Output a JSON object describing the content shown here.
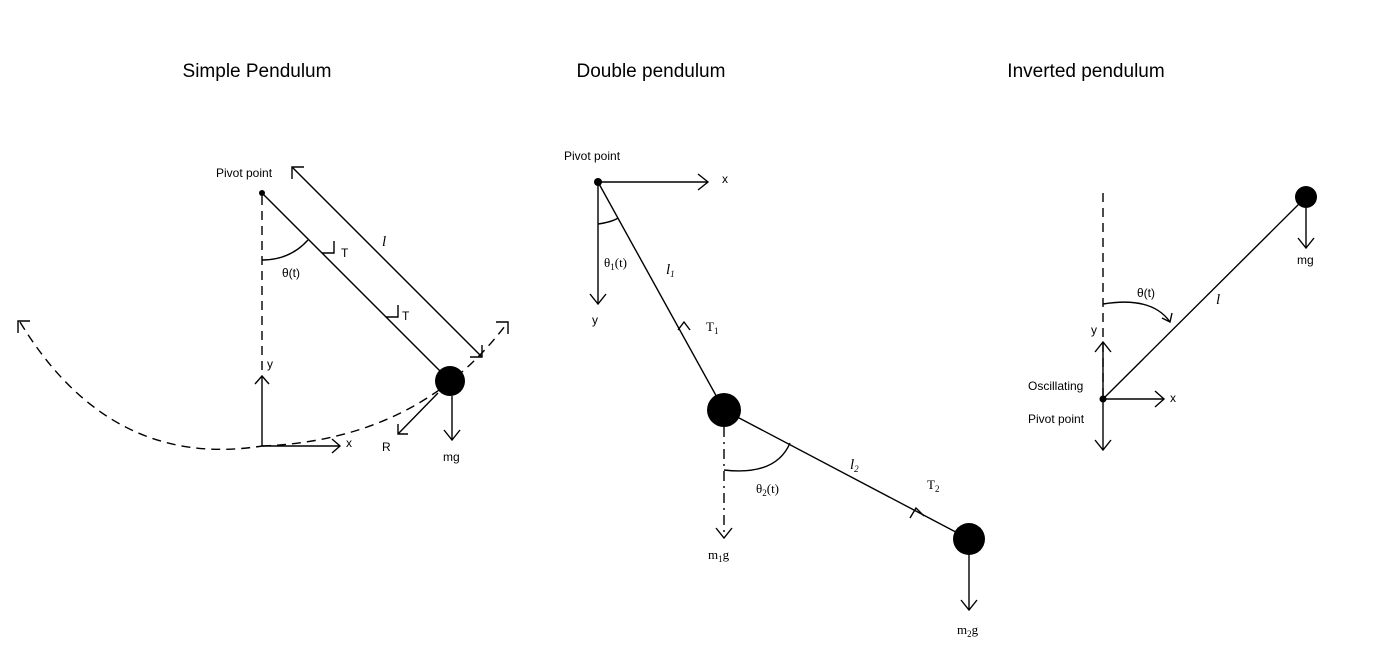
{
  "simple": {
    "title": "Simple Pendulum",
    "pivot_label": "Pivot point",
    "length_label": "l",
    "tension_label_1": "T",
    "tension_label_2": "T",
    "angle_label": "θ(t)",
    "y_label": "y",
    "x_label": "x",
    "r_label": "R",
    "weight_label": "mg"
  },
  "double": {
    "title": "Double pendulum",
    "pivot_label": "Pivot point",
    "x_label": "x",
    "y_label": "y",
    "angle1": {
      "main": "θ",
      "sub": "1",
      "tail": "(t)"
    },
    "length1": {
      "main": "l",
      "sub": "1"
    },
    "tension1": {
      "main": "T",
      "sub": "1"
    },
    "angle2": {
      "main": "θ",
      "sub": "2",
      "tail": "(t)"
    },
    "length2": {
      "main": "l",
      "sub": "2"
    },
    "tension2": {
      "main": "T",
      "sub": "2"
    },
    "weight1": {
      "main": "m",
      "sub": "1",
      "tail": "g"
    },
    "weight2": {
      "main": "m",
      "sub": "2",
      "tail": "g"
    }
  },
  "inverted": {
    "title": "Inverted pendulum",
    "weight_label": "mg",
    "angle_label": "θ(t)",
    "length_label": "l",
    "y_label": "y",
    "x_label": "x",
    "oscillating_label": "Oscillating",
    "pivot_label": "Pivot point"
  }
}
